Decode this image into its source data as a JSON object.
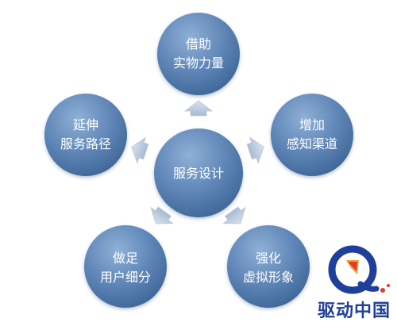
{
  "diagram": {
    "center": {
      "line1": "服务设计"
    },
    "nodes": [
      {
        "id": "top",
        "line1": "借助",
        "line2": "实物力量"
      },
      {
        "id": "right",
        "line1": "增加",
        "line2": "感知渠道"
      },
      {
        "id": "bottom_right",
        "line1": "强化",
        "line2": "虚拟形象"
      },
      {
        "id": "bottom_left",
        "line1": "做足",
        "line2": "用户细分"
      },
      {
        "id": "left",
        "line1": "延伸",
        "line2": "服务路径"
      }
    ]
  },
  "watermark": {
    "text": "驱动中国",
    "logo_name": "qudong-q-logo"
  },
  "colors": {
    "circle_light": "#7e9fc9",
    "circle_dark": "#3d6597",
    "arrow_light": "#c9d6e6",
    "arrow_dark": "#9fb3cc",
    "watermark_blue": "#1f3f9a",
    "watermark_red": "#e23a2c"
  }
}
